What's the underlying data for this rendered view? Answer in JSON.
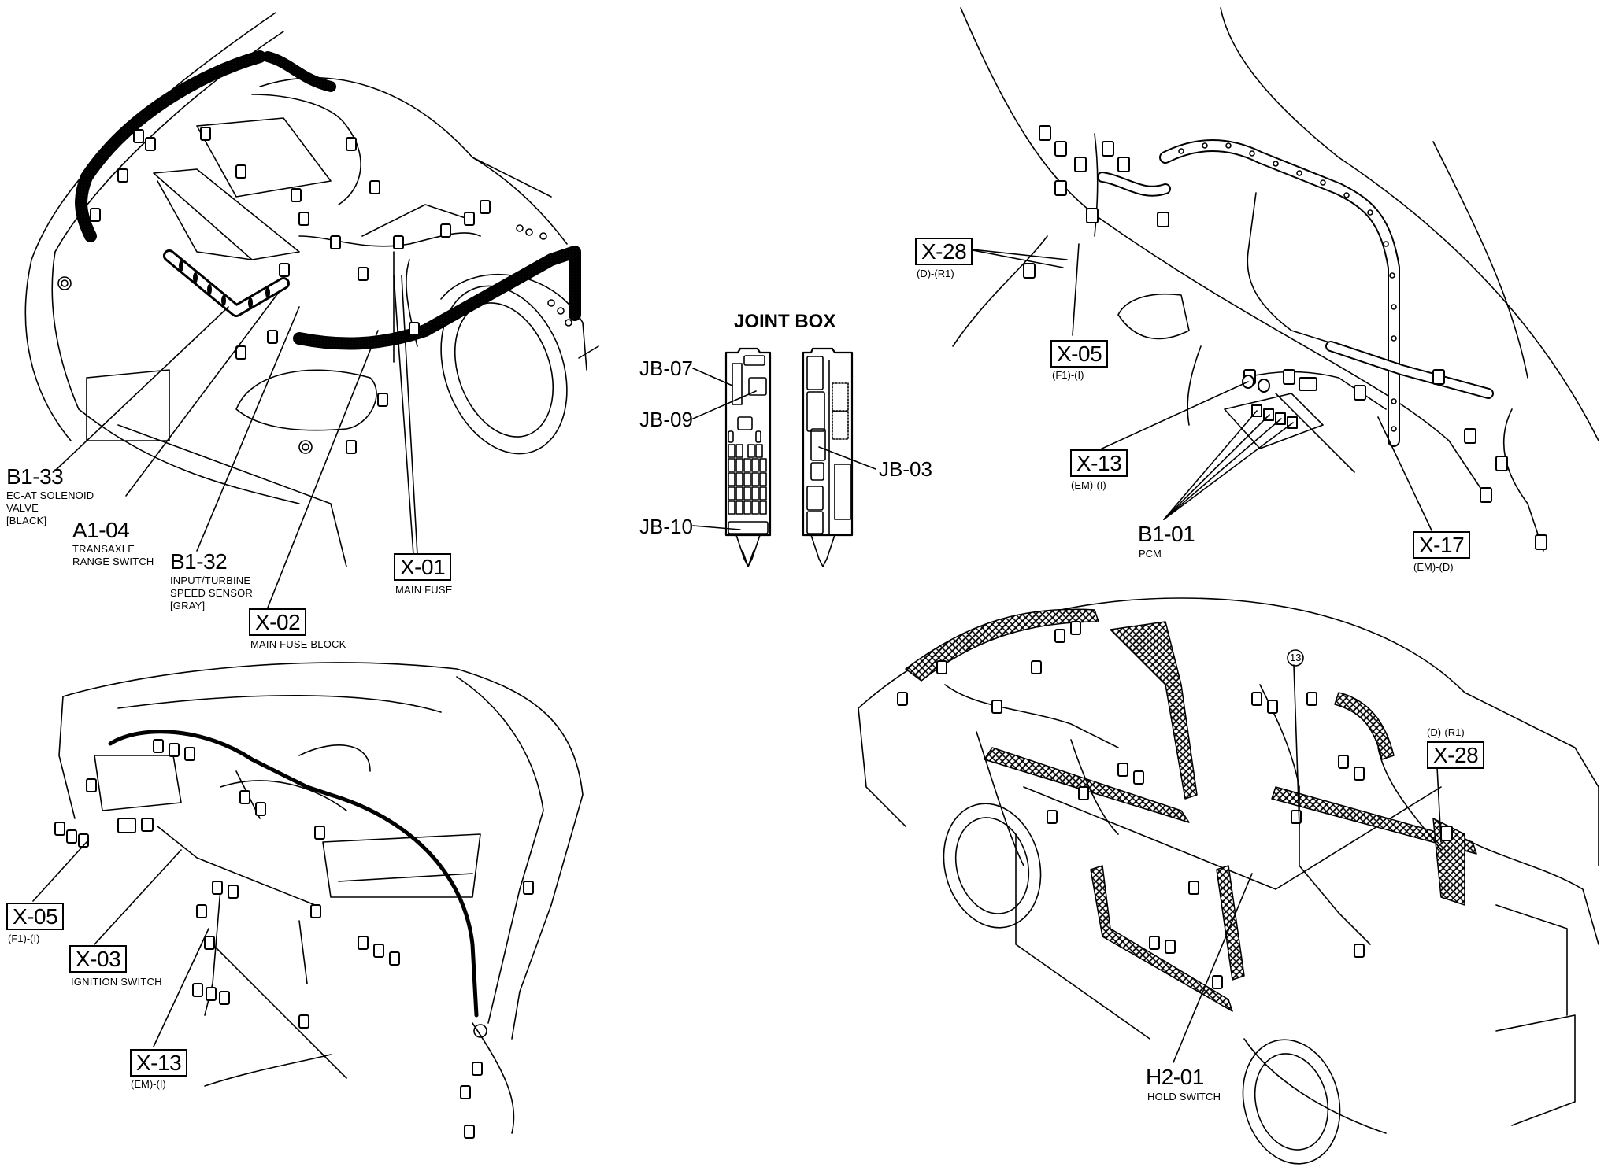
{
  "diagram": {
    "type": "wiring harness connector location diagram",
    "panels": [
      {
        "id": "engine-compartment",
        "callouts": [
          {
            "code": "B1-33",
            "boxed": false,
            "desc": "EC-AT SOLENOID\nVALVE\n[BLACK]"
          },
          {
            "code": "A1-04",
            "boxed": false,
            "desc": "TRANSAXLE\nRANGE SWITCH"
          },
          {
            "code": "B1-32",
            "boxed": false,
            "desc": "INPUT/TURBINE\nSPEED SENSOR\n[GRAY]"
          },
          {
            "code": "X-02",
            "boxed": true,
            "desc": "MAIN FUSE BLOCK"
          },
          {
            "code": "X-01",
            "boxed": true,
            "desc": "MAIN FUSE"
          }
        ]
      },
      {
        "id": "joint-box",
        "title": "JOINT BOX",
        "callouts": [
          {
            "code": "JB-07"
          },
          {
            "code": "JB-09"
          },
          {
            "code": "JB-10"
          },
          {
            "code": "JB-03"
          }
        ]
      },
      {
        "id": "driver-footwell",
        "callouts": [
          {
            "code": "X-28",
            "boxed": true,
            "desc": "(D)-(R1)"
          },
          {
            "code": "X-05",
            "boxed": true,
            "desc": "(F1)-(I)"
          },
          {
            "code": "X-13",
            "boxed": true,
            "desc": "(EM)-(I)"
          },
          {
            "code": "B1-01",
            "boxed": false,
            "desc": "PCM"
          },
          {
            "code": "X-17",
            "boxed": true,
            "desc": "(EM)-(D)"
          }
        ]
      },
      {
        "id": "instrument-panel",
        "callouts": [
          {
            "code": "X-05",
            "boxed": true,
            "desc": "(F1)-(I)"
          },
          {
            "code": "X-03",
            "boxed": true,
            "desc": "IGNITION SWITCH"
          },
          {
            "code": "X-13",
            "boxed": true,
            "desc": "(EM)-(I)"
          }
        ]
      },
      {
        "id": "vehicle-body",
        "callouts": [
          {
            "code": "13",
            "boxed": false,
            "circled": true
          },
          {
            "code": "X-28",
            "boxed": true,
            "desc": "(D)-(R1)"
          },
          {
            "code": "H2-01",
            "boxed": false,
            "desc": "HOLD SWITCH"
          }
        ]
      }
    ]
  }
}
